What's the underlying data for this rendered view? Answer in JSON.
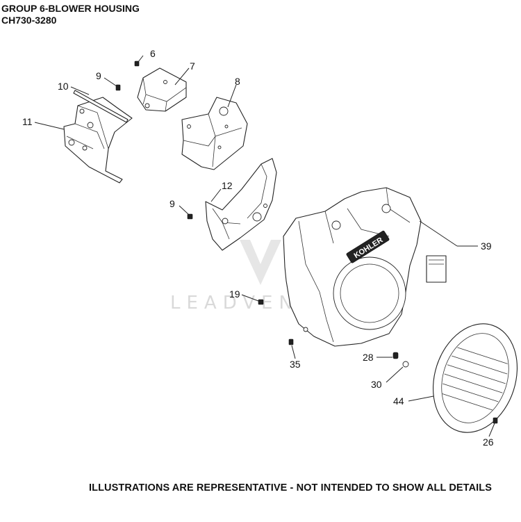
{
  "header": {
    "title": "GROUP 6-BLOWER HOUSING",
    "model": "CH730-3280"
  },
  "footer": {
    "note": "ILLUSTRATIONS ARE REPRESENTATIVE - NOT INTENDED TO SHOW ALL DETAILS"
  },
  "watermark": {
    "text": "LEADVENTURE"
  },
  "housing": {
    "brand": "KOHLER"
  },
  "callouts": {
    "c6": "6",
    "c7": "7",
    "c8": "8",
    "c9a": "9",
    "c10": "10",
    "c11": "11",
    "c12": "12",
    "c9b": "9",
    "c39": "39",
    "c19": "19",
    "c35": "35",
    "c28": "28",
    "c30": "30",
    "c44": "44",
    "c26": "26"
  }
}
